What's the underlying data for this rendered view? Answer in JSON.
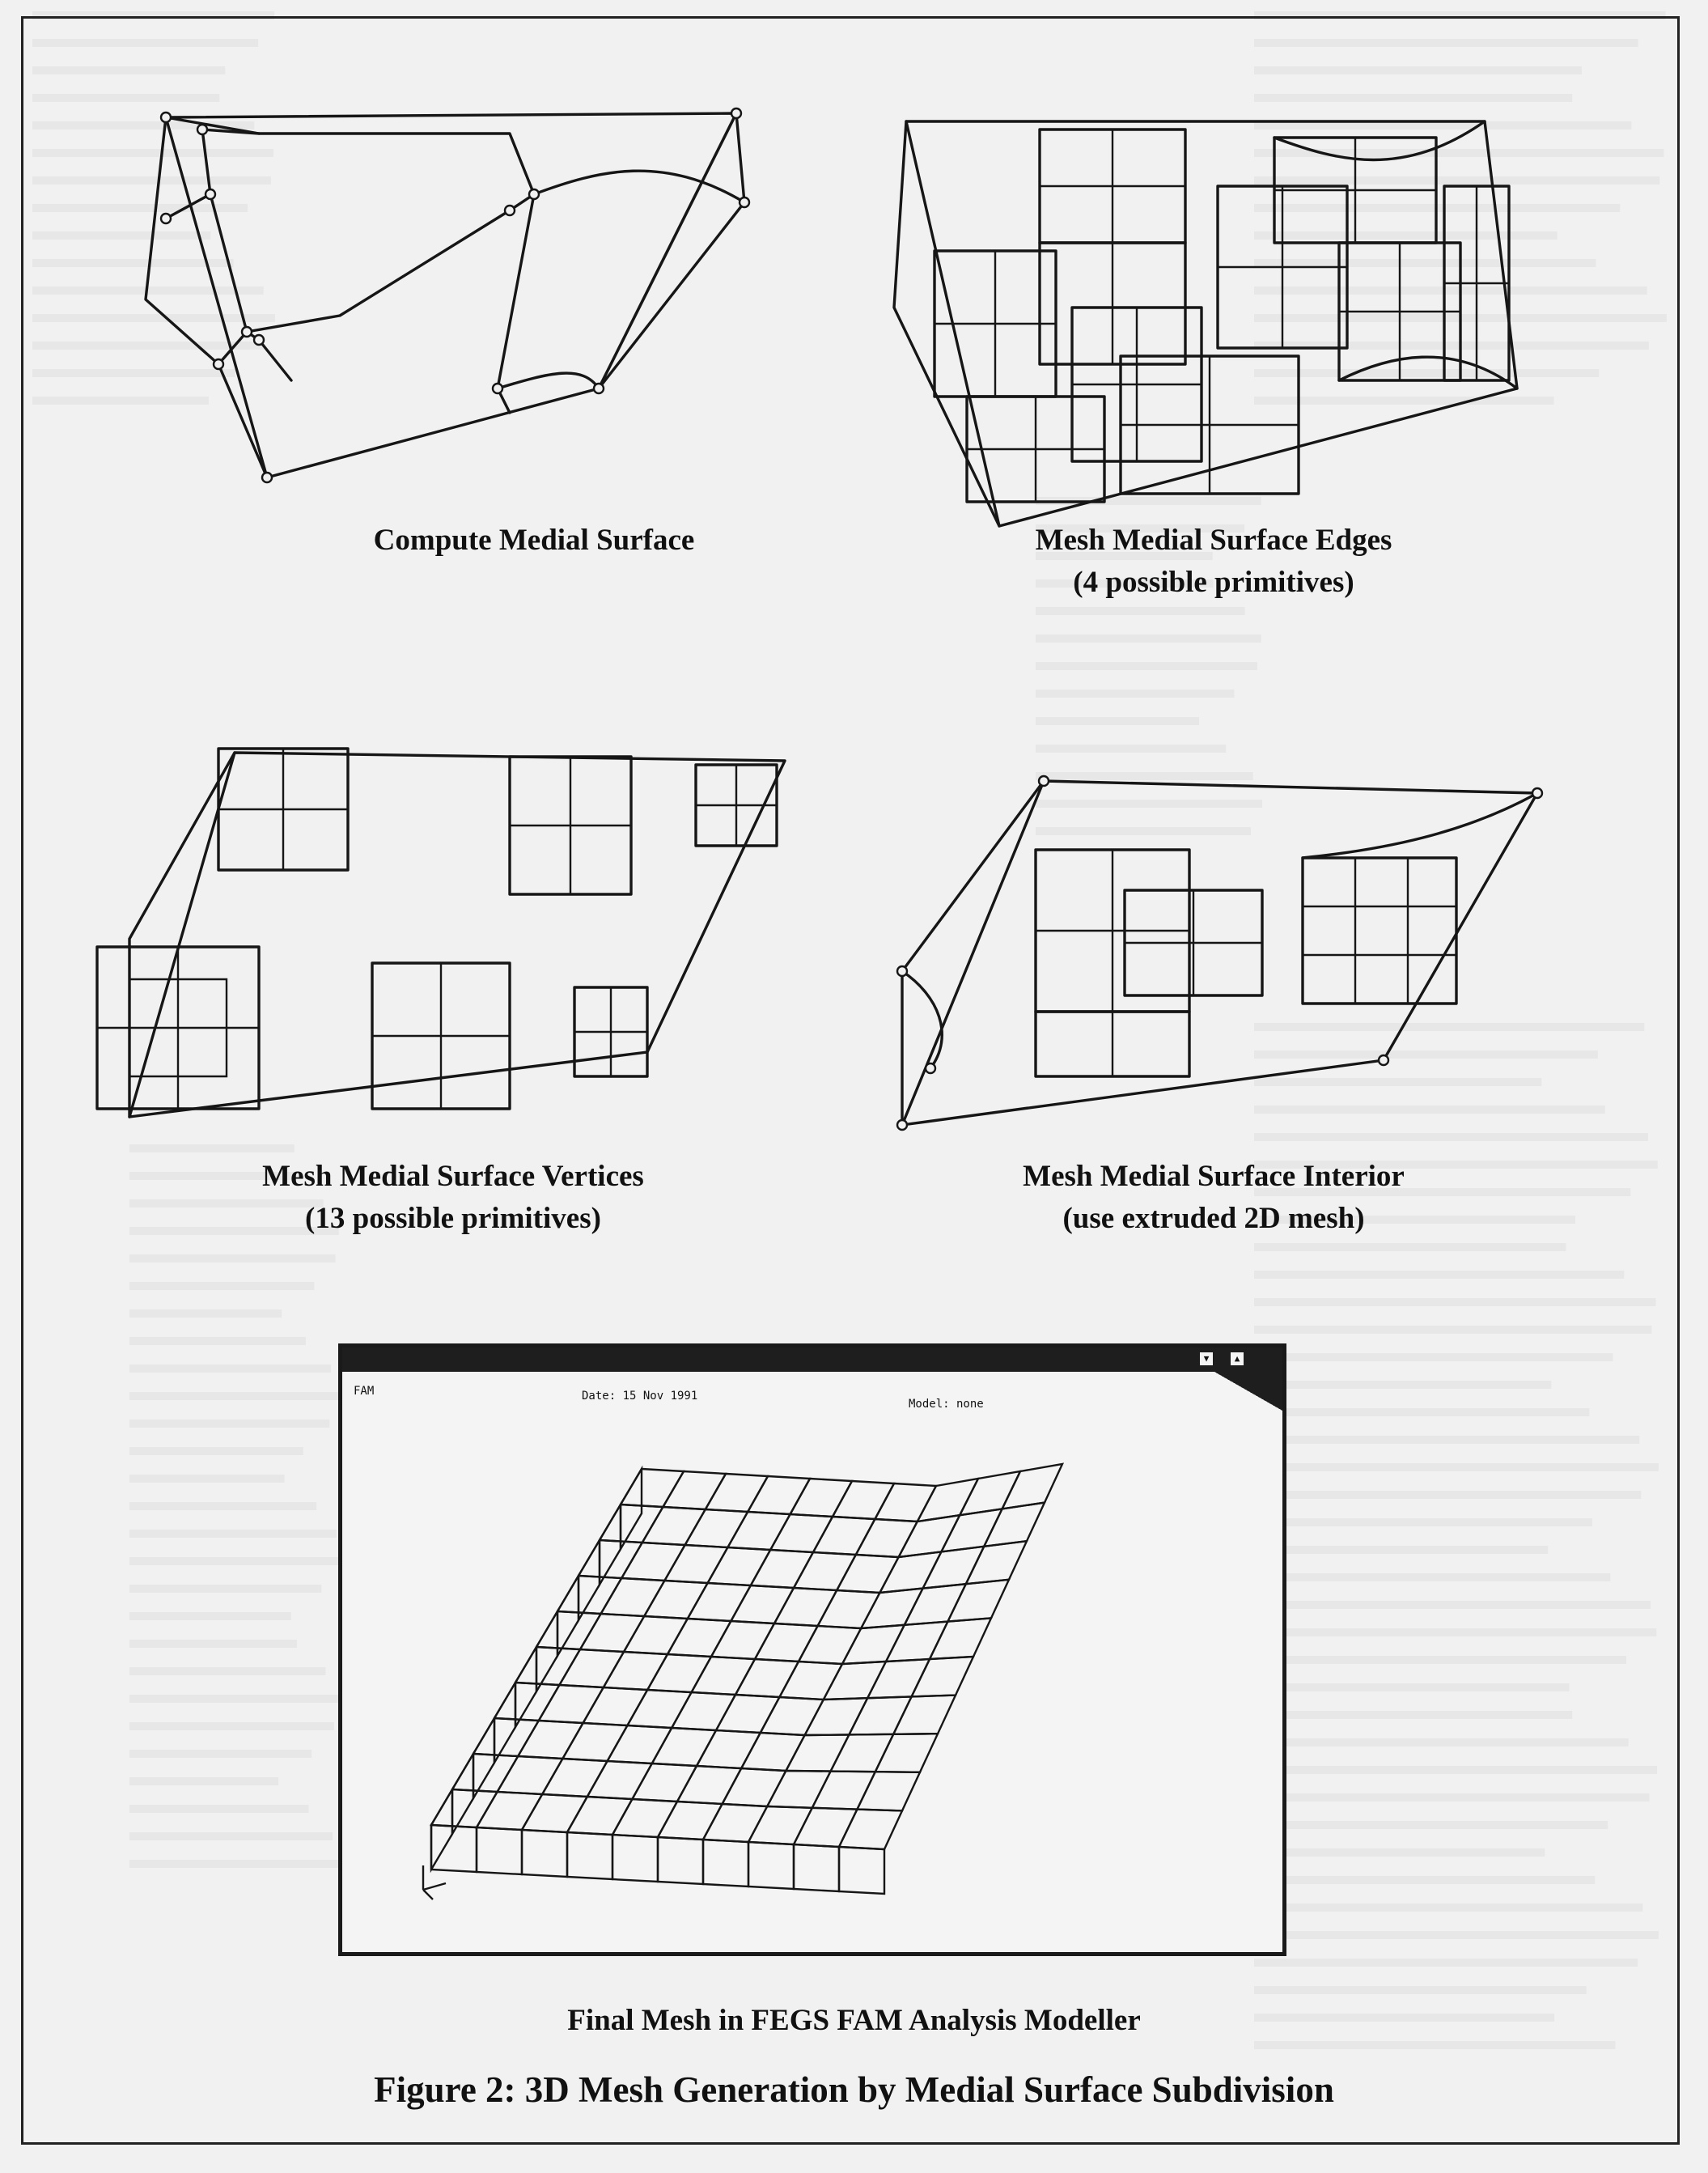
{
  "figure": {
    "title": "Figure 2:  3D Mesh Generation by Medial Surface Subdivision",
    "panels": [
      {
        "caption_lines": [
          "Compute Medial Surface"
        ]
      },
      {
        "caption_lines": [
          "Mesh Medial Surface Edges",
          "(4 possible primitives)"
        ]
      },
      {
        "caption_lines": [
          "Mesh Medial Surface Vertices",
          "(13 possible primitives)"
        ]
      },
      {
        "caption_lines": [
          "Mesh Medial Surface Interior",
          "(use extruded 2D mesh)"
        ]
      }
    ],
    "final_caption": "Final Mesh in FEGS FAM Analysis Modeller"
  },
  "app_window": {
    "app_label": "FAM",
    "date_label": "Date:  15  Nov  1991",
    "model_label": "Model:  none",
    "titlebar_buttons": [
      "▼",
      "▲"
    ]
  },
  "colors": {
    "paper": "#f1f1f1",
    "ink": "#161616",
    "titlebar": "#1e1e1e"
  },
  "icons": [
    "minimize-icon",
    "maximize-icon",
    "axis-triad-icon"
  ]
}
